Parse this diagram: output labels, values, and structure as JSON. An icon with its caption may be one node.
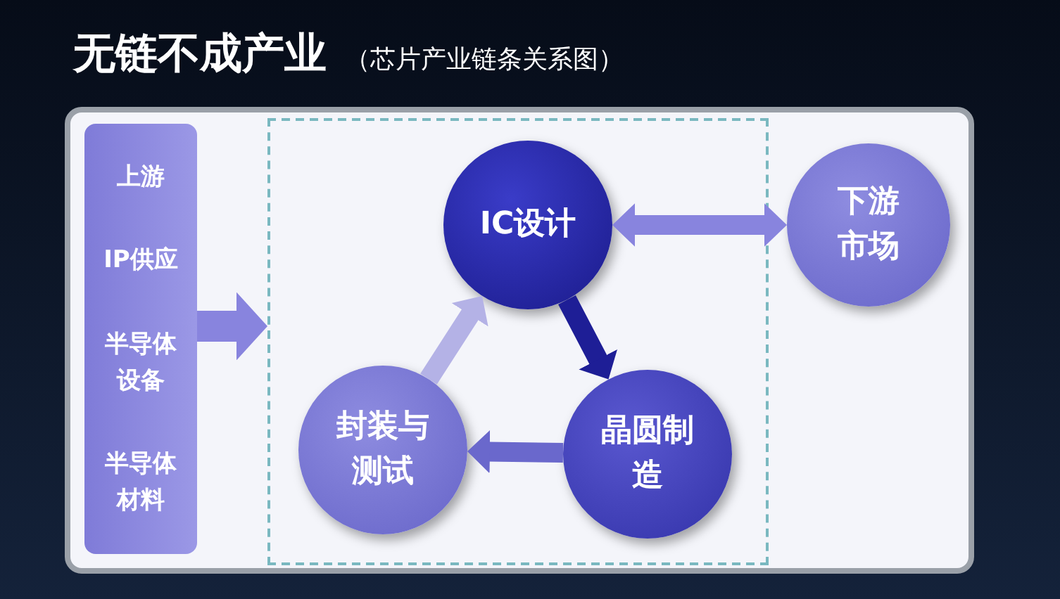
{
  "diagram": {
    "title": "无链不成产业",
    "caption": "（芯片产业链条关系图）",
    "nodes": [
      {
        "text": [
          "上游",
          "IP供应",
          "半导体设备",
          "半导体材料"
        ]
      },
      {
        "text": [],
        "shape": "box"
      },
      {
        "text": [
          "IC设计"
        ],
        "in": 1
      },
      {
        "text": [
          "晶圆制造"
        ],
        "in": 1
      },
      {
        "text": [
          "封装与测试"
        ],
        "in": 1
      },
      {
        "text": [
          "下游市场"
        ]
      }
    ],
    "edges": [
      {
        "from": 0,
        "to": 1,
        "arrow": "to"
      },
      {
        "from": 2,
        "to": 5,
        "arrow": "both"
      },
      {
        "from": 2,
        "to": 3,
        "arrow": "to",
        "color": "#1e1e96"
      },
      {
        "from": 3,
        "to": 4,
        "arrow": "to",
        "color": "#6a68cc"
      },
      {
        "from": 4,
        "to": 2,
        "arrow": "to",
        "color": "#b4b2e6"
      }
    ]
  }
}
